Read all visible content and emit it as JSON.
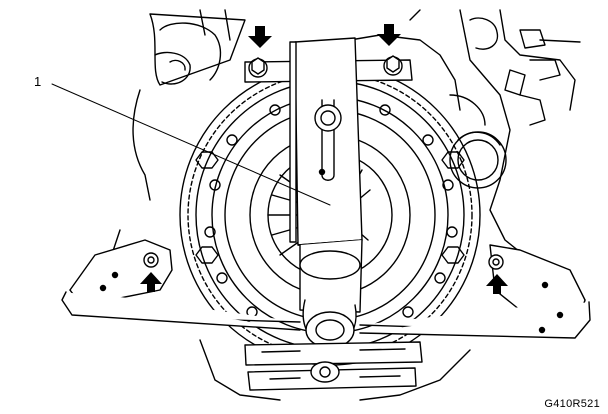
{
  "callouts": [
    {
      "number": "1"
    }
  ],
  "figure_code": "G410R521",
  "parts": {
    "tool": "engine-support-bar",
    "flywheel": "flywheel-ring-gear",
    "clutch": "clutch-pressure-plate"
  },
  "markers": {
    "arrow_count": 4,
    "arrow_icon": "arrow-icon"
  },
  "colors": {
    "line": "#000000",
    "background": "#ffffff"
  }
}
